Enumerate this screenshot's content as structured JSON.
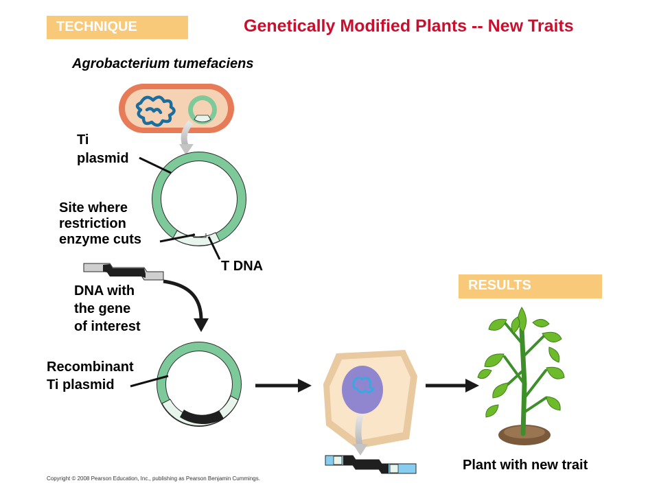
{
  "header": {
    "technique_tag": "TECHNIQUE",
    "title": "Genetically Modified Plants -- New Traits"
  },
  "results_tag": "RESULTS",
  "labels": {
    "organism": "Agrobacterium tumefaciens",
    "ti_plasmid_line1": "Ti",
    "ti_plasmid_line2": "plasmid",
    "site_line1": "Site where",
    "site_line2": "restriction",
    "site_line3": "enzyme cuts",
    "t_dna": "T DNA",
    "dna_line1": "DNA with",
    "dna_line2": "the gene",
    "dna_line3": "of interest",
    "recombinant_line1": "Recombinant",
    "recombinant_line2": "Ti plasmid",
    "plant": "Plant with new trait"
  },
  "footer": {
    "copyright": "Copyright © 2008 Pearson Education, Inc., publishing as Pearson Benjamin Cummings."
  },
  "colors": {
    "title": "#c8102e",
    "tag_background": "#f9c97a",
    "plasmid_ring": "#7ec99a",
    "t_dna_segment": "#e8f5ec",
    "bacterium_outer": "#e87b57",
    "bacterium_inner": "#f6d2b4",
    "chromosome": "#1b6d9e",
    "plant_cell": "#fae5c8",
    "nucleus": "#8f86cf",
    "arrow_gray": "#bdbdbd",
    "dna_inserted": "#87cdf0",
    "plant_leaf": "#6dbb2a",
    "soil": "#7a5a3a"
  }
}
